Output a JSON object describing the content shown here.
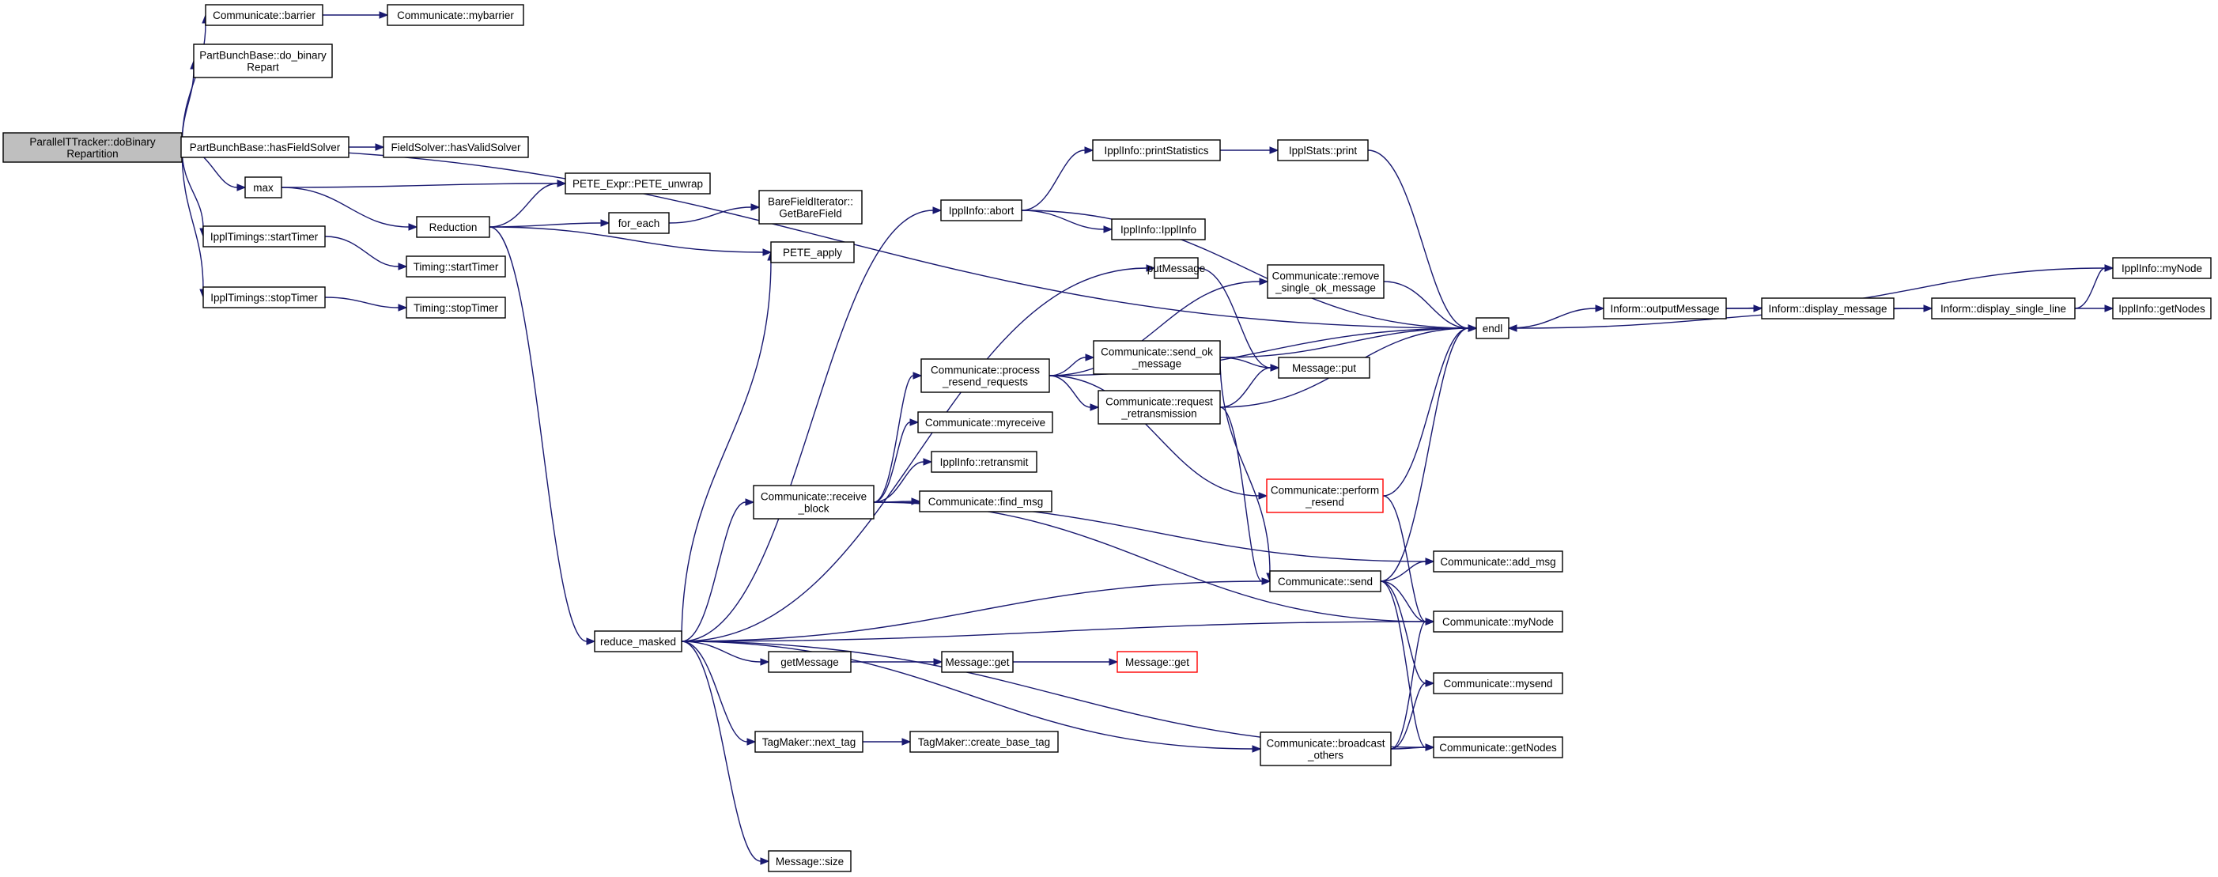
{
  "nodes": [
    {
      "id": "root",
      "lines": [
        "ParallelTTracker::doBinary",
        "Repartition"
      ],
      "kind": "root",
      "interactable": true
    },
    {
      "id": "comm_barrier",
      "lines": [
        "Communicate::barrier"
      ]
    },
    {
      "id": "comm_mybarrier",
      "lines": [
        "Communicate::mybarrier"
      ]
    },
    {
      "id": "pbb_dobinary",
      "lines": [
        "PartBunchBase::do_binary",
        "Repart"
      ]
    },
    {
      "id": "pbb_hasfs",
      "lines": [
        "PartBunchBase::hasFieldSolver"
      ]
    },
    {
      "id": "fs_hasvalid",
      "lines": [
        "FieldSolver::hasValidSolver"
      ]
    },
    {
      "id": "max",
      "lines": [
        "max"
      ]
    },
    {
      "id": "pete_unwrap",
      "lines": [
        "PETE_Expr::PETE_unwrap"
      ]
    },
    {
      "id": "reduction",
      "lines": [
        "Reduction"
      ]
    },
    {
      "id": "for_each",
      "lines": [
        "for_each"
      ]
    },
    {
      "id": "bfi_get",
      "lines": [
        "BareFieldIterator::",
        "GetBareField"
      ]
    },
    {
      "id": "pete_apply",
      "lines": [
        "PETE_apply"
      ]
    },
    {
      "id": "ippl_start",
      "lines": [
        "IpplTimings::startTimer"
      ]
    },
    {
      "id": "timing_start",
      "lines": [
        "Timing::startTimer"
      ]
    },
    {
      "id": "ippl_stop",
      "lines": [
        "IpplTimings::stopTimer"
      ]
    },
    {
      "id": "timing_stop",
      "lines": [
        "Timing::stopTimer"
      ]
    },
    {
      "id": "reduce_masked",
      "lines": [
        "reduce_masked"
      ]
    },
    {
      "id": "ippl_abort",
      "lines": [
        "IpplInfo::abort"
      ]
    },
    {
      "id": "ippl_printstats",
      "lines": [
        "IpplInfo::printStatistics"
      ]
    },
    {
      "id": "ipplstats_print",
      "lines": [
        "IpplStats::print"
      ]
    },
    {
      "id": "ippl_ipplinfo",
      "lines": [
        "IpplInfo::IpplInfo"
      ]
    },
    {
      "id": "putmessage",
      "lines": [
        "putMessage"
      ]
    },
    {
      "id": "comm_remove",
      "lines": [
        "Communicate::remove",
        "_single_ok_message"
      ]
    },
    {
      "id": "endl",
      "lines": [
        "endl"
      ]
    },
    {
      "id": "comm_process",
      "lines": [
        "Communicate::process",
        "_resend_requests"
      ]
    },
    {
      "id": "comm_sendok",
      "lines": [
        "Communicate::send_ok",
        "_message"
      ]
    },
    {
      "id": "msg_put",
      "lines": [
        "Message::put"
      ]
    },
    {
      "id": "comm_request",
      "lines": [
        "Communicate::request",
        "_retransmission"
      ]
    },
    {
      "id": "comm_myreceive",
      "lines": [
        "Communicate::myreceive"
      ]
    },
    {
      "id": "ippl_retransmit",
      "lines": [
        "IpplInfo::retransmit"
      ]
    },
    {
      "id": "comm_receive",
      "lines": [
        "Communicate::receive",
        "_block"
      ]
    },
    {
      "id": "comm_findmsg",
      "lines": [
        "Communicate::find_msg"
      ]
    },
    {
      "id": "comm_perform",
      "lines": [
        "Communicate::perform",
        "_resend"
      ],
      "kind": "trunc"
    },
    {
      "id": "comm_addmsg",
      "lines": [
        "Communicate::add_msg"
      ]
    },
    {
      "id": "comm_send",
      "lines": [
        "Communicate::send"
      ]
    },
    {
      "id": "comm_mynode",
      "lines": [
        "Communicate::myNode"
      ]
    },
    {
      "id": "getmessage",
      "lines": [
        "getMessage"
      ]
    },
    {
      "id": "msg_get1",
      "lines": [
        "Message::get"
      ]
    },
    {
      "id": "msg_get2",
      "lines": [
        "Message::get"
      ],
      "kind": "trunc"
    },
    {
      "id": "comm_mysend",
      "lines": [
        "Communicate::mysend"
      ]
    },
    {
      "id": "tag_next",
      "lines": [
        "TagMaker::next_tag"
      ]
    },
    {
      "id": "tag_create",
      "lines": [
        "TagMaker::create_base_tag"
      ]
    },
    {
      "id": "comm_bcast",
      "lines": [
        "Communicate::broadcast",
        "_others"
      ]
    },
    {
      "id": "comm_getnodes",
      "lines": [
        "Communicate::getNodes"
      ]
    },
    {
      "id": "msg_size",
      "lines": [
        "Message::size"
      ]
    },
    {
      "id": "inform_output",
      "lines": [
        "Inform::outputMessage"
      ]
    },
    {
      "id": "inform_display",
      "lines": [
        "Inform::display_message"
      ]
    },
    {
      "id": "inform_single",
      "lines": [
        "Inform::display_single_line"
      ]
    },
    {
      "id": "ippl_mynode",
      "lines": [
        "IpplInfo::myNode"
      ]
    },
    {
      "id": "ippl_getnodes",
      "lines": [
        "IpplInfo::getNodes"
      ]
    }
  ],
  "edges": [
    [
      "root",
      "comm_barrier"
    ],
    [
      "root",
      "pbb_dobinary"
    ],
    [
      "root",
      "endl"
    ],
    [
      "root",
      "pbb_hasfs"
    ],
    [
      "root",
      "max"
    ],
    [
      "root",
      "ippl_start"
    ],
    [
      "root",
      "ippl_stop"
    ],
    [
      "comm_barrier",
      "comm_mybarrier"
    ],
    [
      "pbb_hasfs",
      "fs_hasvalid"
    ],
    [
      "max",
      "pete_unwrap"
    ],
    [
      "max",
      "reduction"
    ],
    [
      "reduction",
      "pete_unwrap"
    ],
    [
      "reduction",
      "for_each"
    ],
    [
      "reduction",
      "pete_apply"
    ],
    [
      "reduction",
      "reduce_masked"
    ],
    [
      "for_each",
      "bfi_get"
    ],
    [
      "ippl_start",
      "timing_start"
    ],
    [
      "ippl_stop",
      "timing_stop"
    ],
    [
      "reduce_masked",
      "pete_apply"
    ],
    [
      "reduce_masked",
      "ippl_abort"
    ],
    [
      "reduce_masked",
      "putmessage"
    ],
    [
      "reduce_masked",
      "comm_receive"
    ],
    [
      "reduce_masked",
      "comm_send"
    ],
    [
      "reduce_masked",
      "getmessage"
    ],
    [
      "reduce_masked",
      "comm_mynode"
    ],
    [
      "reduce_masked",
      "tag_next"
    ],
    [
      "reduce_masked",
      "comm_bcast"
    ],
    [
      "reduce_masked",
      "comm_getnodes"
    ],
    [
      "reduce_masked",
      "msg_size"
    ],
    [
      "ippl_abort",
      "ippl_printstats"
    ],
    [
      "ippl_abort",
      "ippl_ipplinfo"
    ],
    [
      "ippl_abort",
      "endl"
    ],
    [
      "ippl_printstats",
      "ipplstats_print"
    ],
    [
      "ipplstats_print",
      "endl"
    ],
    [
      "putmessage",
      "msg_put"
    ],
    [
      "comm_remove",
      "endl"
    ],
    [
      "comm_process",
      "comm_remove"
    ],
    [
      "comm_process",
      "comm_sendok"
    ],
    [
      "comm_process",
      "comm_request"
    ],
    [
      "comm_process",
      "endl"
    ],
    [
      "comm_process",
      "comm_perform"
    ],
    [
      "comm_sendok",
      "endl"
    ],
    [
      "comm_sendok",
      "msg_put"
    ],
    [
      "comm_sendok",
      "comm_send"
    ],
    [
      "comm_request",
      "msg_put"
    ],
    [
      "comm_request",
      "endl"
    ],
    [
      "comm_request",
      "comm_send"
    ],
    [
      "comm_receive",
      "comm_process"
    ],
    [
      "comm_receive",
      "comm_myreceive"
    ],
    [
      "comm_receive",
      "ippl_retransmit"
    ],
    [
      "comm_receive",
      "comm_findmsg"
    ],
    [
      "comm_receive",
      "comm_addmsg"
    ],
    [
      "comm_receive",
      "comm_mynode"
    ],
    [
      "comm_perform",
      "endl"
    ],
    [
      "comm_perform",
      "comm_mynode"
    ],
    [
      "comm_send",
      "endl"
    ],
    [
      "comm_send",
      "comm_addmsg"
    ],
    [
      "comm_send",
      "comm_mynode"
    ],
    [
      "comm_send",
      "comm_mysend"
    ],
    [
      "comm_send",
      "comm_getnodes"
    ],
    [
      "getmessage",
      "msg_get1"
    ],
    [
      "msg_get1",
      "msg_get2"
    ],
    [
      "tag_next",
      "tag_create"
    ],
    [
      "comm_bcast",
      "comm_mynode"
    ],
    [
      "comm_bcast",
      "comm_mysend"
    ],
    [
      "comm_bcast",
      "comm_getnodes"
    ],
    [
      "endl",
      "inform_output"
    ],
    [
      "inform_output",
      "inform_display"
    ],
    [
      "inform_output",
      "ippl_mynode"
    ],
    [
      "inform_display",
      "inform_single"
    ],
    [
      "inform_single",
      "endl"
    ],
    [
      "inform_single",
      "ippl_mynode"
    ],
    [
      "inform_single",
      "ippl_getnodes"
    ]
  ]
}
